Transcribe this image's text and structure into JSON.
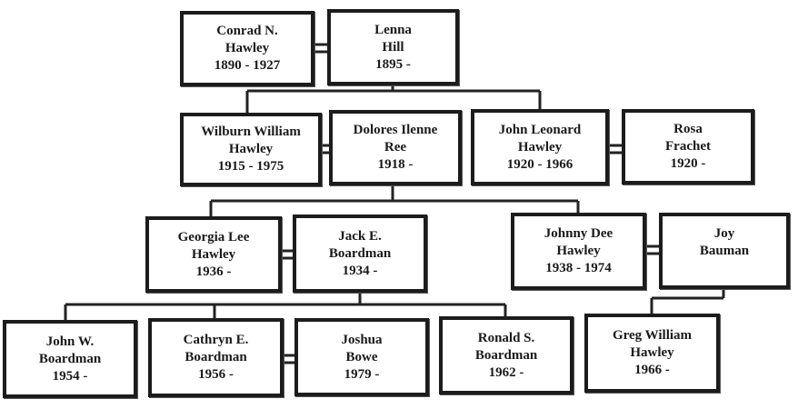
{
  "people": {
    "conrad": {
      "name1": "Conrad N.",
      "name2": "Hawley",
      "years": "1890 - 1927"
    },
    "lenna": {
      "name1": "Lenna",
      "name2": "Hill",
      "years": "1895 -"
    },
    "wilburn": {
      "name1": "Wilburn William",
      "name2": "Hawley",
      "years": "1915 - 1975"
    },
    "dolores": {
      "name1": "Dolores Ilenne",
      "name2": "Ree",
      "years": "1918 -"
    },
    "johnleo": {
      "name1": "John Leonard",
      "name2": "Hawley",
      "years": "1920 - 1966"
    },
    "rosa": {
      "name1": "Rosa",
      "name2": "Frachet",
      "years": "1920 -"
    },
    "georgia": {
      "name1": "Georgia Lee",
      "name2": "Hawley",
      "years": "1936 -"
    },
    "jack": {
      "name1": "Jack E.",
      "name2": "Boardman",
      "years": "1934 -"
    },
    "johnny": {
      "name1": "Johnny Dee",
      "name2": "Hawley",
      "years": "1938 - 1974"
    },
    "joy": {
      "name1": "Joy",
      "name2": "Bauman",
      "years": ""
    },
    "johnw": {
      "name1": "John W.",
      "name2": "Boardman",
      "years": "1954 -"
    },
    "cathryn": {
      "name1": "Cathryn E.",
      "name2": "Boardman",
      "years": "1956 -"
    },
    "joshua": {
      "name1": "Joshua",
      "name2": "Bowe",
      "years": "1979 -"
    },
    "ronald": {
      "name1": "Ronald S.",
      "name2": "Boardman",
      "years": "1962 -"
    },
    "greg": {
      "name1": "Greg William",
      "name2": "Hawley",
      "years": "1966 -"
    }
  }
}
